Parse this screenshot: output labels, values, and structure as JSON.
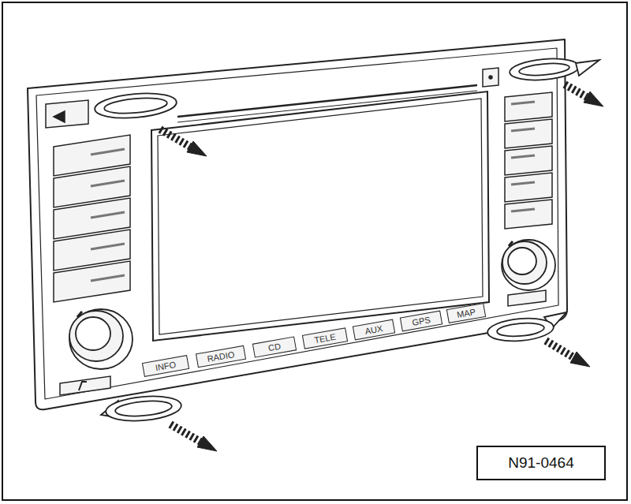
{
  "diagram": {
    "nodes": [
      {
        "text": [
          "INFO"
        ]
      },
      {
        "text": [
          "RADIO"
        ]
      },
      {
        "text": [
          "CD"
        ]
      },
      {
        "text": [
          "TELE"
        ]
      },
      {
        "text": [
          "AUX"
        ]
      },
      {
        "text": [
          "GPS"
        ]
      },
      {
        "text": [
          "MAP"
        ]
      },
      {
        "text": [
          "N91-0464"
        ]
      }
    ]
  }
}
